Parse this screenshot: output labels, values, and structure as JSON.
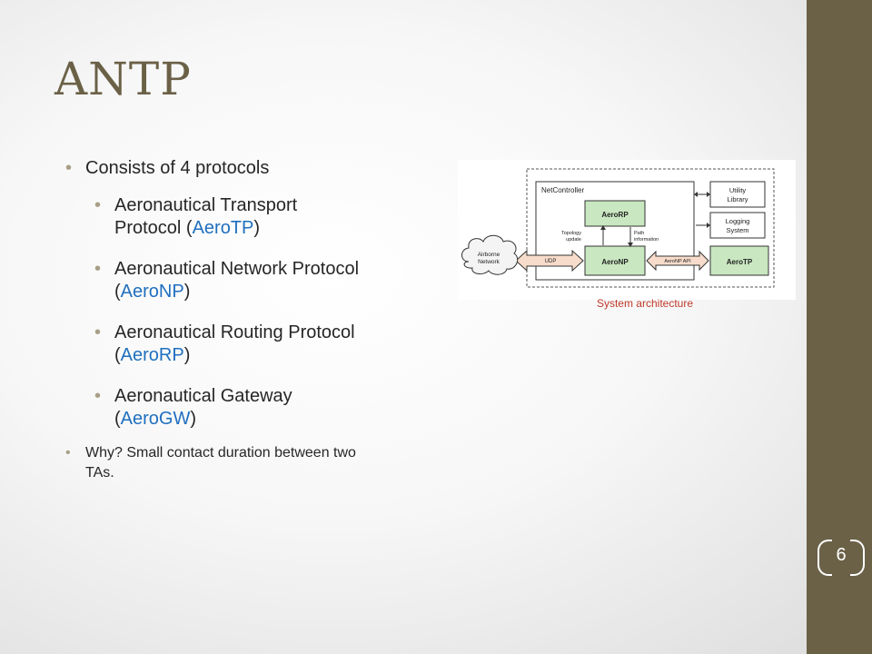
{
  "slide": {
    "title": "ANTP",
    "page_number": "6"
  },
  "bullets": {
    "b1": "Consists of 4 protocols",
    "b2": {
      "pre": "Aeronautical Transport Protocol (",
      "link": "AeroTP",
      "post": ")"
    },
    "b3": {
      "pre": " Aeronautical Network Protocol (",
      "link": "AeroNP",
      "post": ")"
    },
    "b4": {
      "pre": "Aeronautical Routing Protocol (",
      "link": "AeroRP",
      "post": ")"
    },
    "b5": {
      "pre": "Aeronautical Gateway (",
      "link": "AeroGW",
      "post": ")"
    },
    "b6": "Why? Small contact duration between two TAs."
  },
  "figure": {
    "caption": "System architecture",
    "netcontroller": "NetController",
    "aerorp": "AeroRP",
    "aeronp": "AeroNP",
    "aerotp": "AeroTP",
    "utility_1": "Utility",
    "utility_2": "Library",
    "logging_1": "Logging",
    "logging_2": "System",
    "topology_1": "Topology",
    "topology_2": "update",
    "path_1": "Path",
    "path_2": "information",
    "udp": "UDP",
    "api": "AeroNP API",
    "airborne_1": "Airborne",
    "airborne_2": "Network"
  },
  "colors": {
    "accent": "#6b6147",
    "link": "#1f6fbf",
    "caption": "#c0392b",
    "box_green": "#c9e7c0",
    "arrow_peach": "#f8dccb"
  }
}
